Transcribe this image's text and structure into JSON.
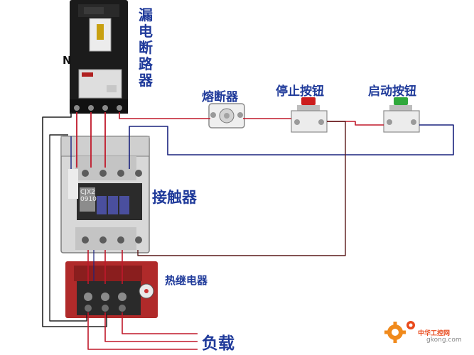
{
  "labels": {
    "breaker": [
      "漏",
      "电",
      "断",
      "路",
      "器"
    ],
    "n_terminal": "N",
    "fuse": "熔断器",
    "stop_button": "停止按钮",
    "start_button": "启动按钮",
    "contactor": "接触器",
    "contactor_model": "CJX2\n0910",
    "thermal_relay": "热继电器",
    "load": "负载"
  },
  "watermark": {
    "title": "中华工控网",
    "url": "gkong.com"
  },
  "colors": {
    "label_blue": "#1f3a9a",
    "wire_red": "#c0182a",
    "wire_blue": "#1a237e",
    "wire_black": "#222222"
  }
}
